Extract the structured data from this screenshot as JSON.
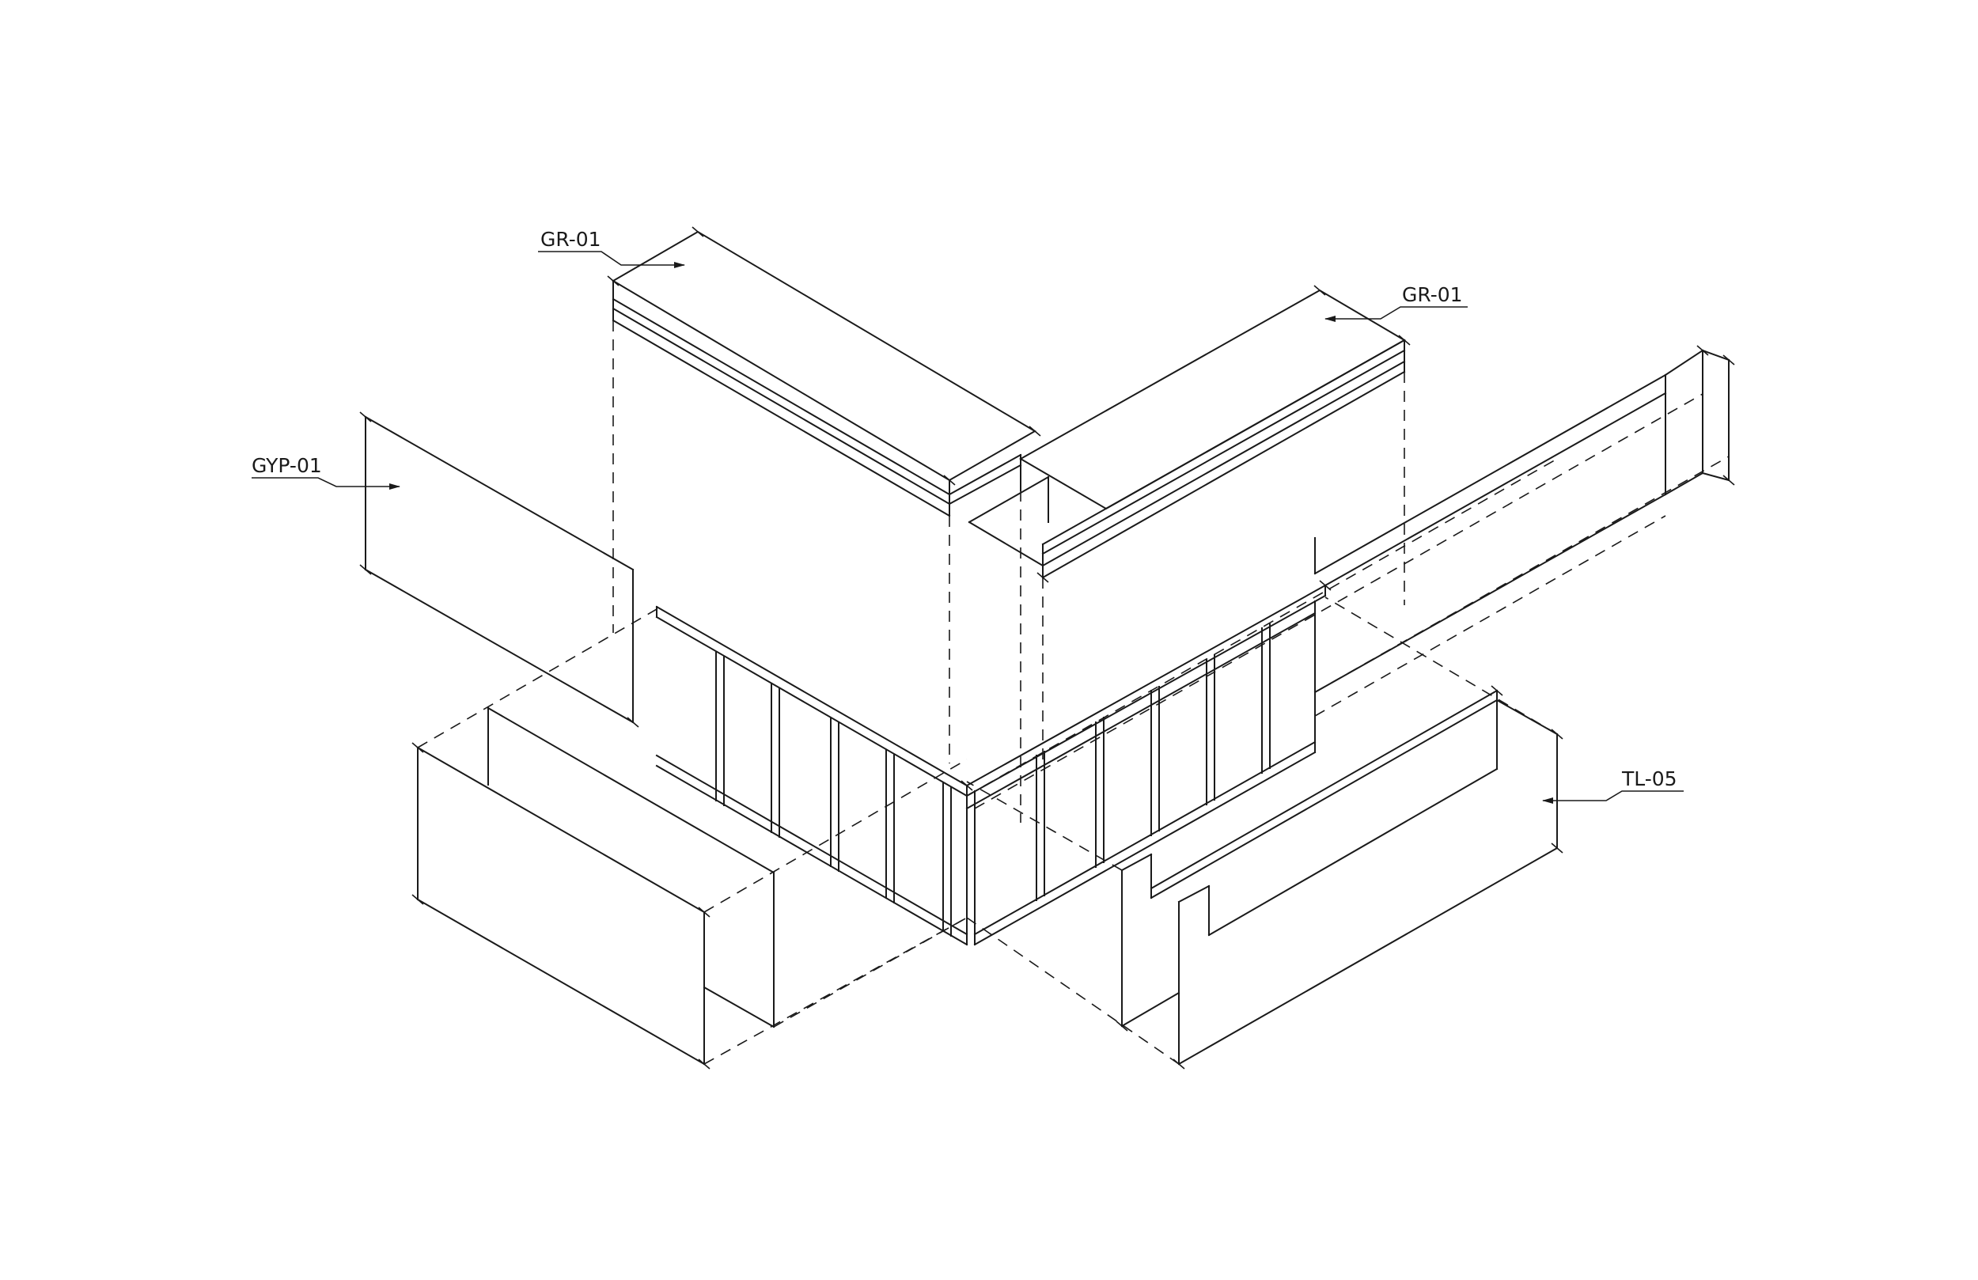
{
  "diagram": {
    "callouts": {
      "gr01_left": "GR-01",
      "gr01_right": "GR-01",
      "gyp01": "GYP-01",
      "tl05": "TL-05"
    }
  }
}
